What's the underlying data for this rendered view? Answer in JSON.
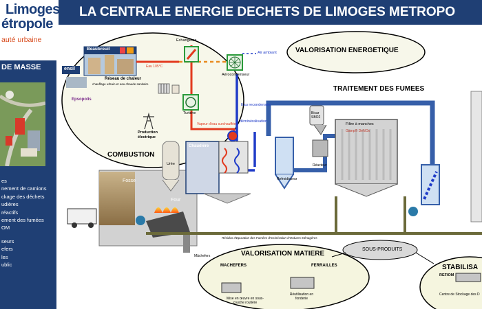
{
  "logo": {
    "line1": "Limoges",
    "line2": "étropole",
    "line3": "auté urbaine"
  },
  "title": "LA CENTRALE ENERGIE DECHETS DE LIMOGES METROPO",
  "sidebar": {
    "heading": "DE MASSE",
    "items": [
      "es",
      "nement de camions",
      "ckage des déchets",
      "udières",
      "réactifs",
      "ement des fumées",
      "OM",
      "",
      "seurs",
      "efers",
      "les",
      "ublic"
    ]
  },
  "heat_network": {
    "site_label": "Beaubreuil",
    "ensil": "ensil",
    "reseau": "Réseau de chaleur",
    "reseau_sub": "chauffage urbain et eau chaude sanitaire",
    "echangeurs": "Echangeurs",
    "eau_chaud": "Eau 105°C",
    "air_ambiant": "Air ambiant",
    "aerocondenseur": "Aérocondenseur",
    "turbine": "Turbine",
    "vapeur": "Vapeur d'eau surchauffée",
    "production": "Production électrique",
    "eau_recondensee": "Eau recondensée",
    "deminer": "déminéralisation",
    "partner": "Epsopolis"
  },
  "valorisation_energetique": "VALORISATION ENERGETIQUE",
  "traitement_fumees": "TRAITEMENT DES FUMEES",
  "combustion": "COMBUSTION",
  "process": {
    "uree": "Urée",
    "chaudiere": "Chaudière",
    "fosse": "Fosse",
    "four": "Four",
    "refroidisseur": "Refroidisseur",
    "bicar": "Bicar SBO2",
    "reacteur": "Réacteur",
    "filtre": "Filtre à manches",
    "fgb": "Gamp® DeNOx",
    "machefers_bottom": "Mâchefers",
    "residus": "Résidus d'Epuration des Fumées d'Incinération d'Ordures Ménagères"
  },
  "valorisation_matiere": {
    "title": "VALORISATION MATIERE",
    "machefers": "MACHEFERS",
    "ferrailles": "FERRAILLES",
    "mise_en_oeuvre": "Mise en œuvre en sous-couche routière",
    "reutilisation": "Réutilisation en fonderie"
  },
  "sous_produits": "SOUS-PRODUITS",
  "stabilisation": {
    "title": "STABILISA",
    "refiom": "REFIOM",
    "centre": "Centre de Stockage des D"
  },
  "colors": {
    "navy": "#1f3f74",
    "steam_red": "#e23a1f",
    "water_blue": "#1f3bc8",
    "duct_blue": "#365fa9",
    "pipe_olive": "#6b6a3a",
    "gray": "#8e8e8e",
    "ellipse_fill": "#f5f5e6"
  }
}
